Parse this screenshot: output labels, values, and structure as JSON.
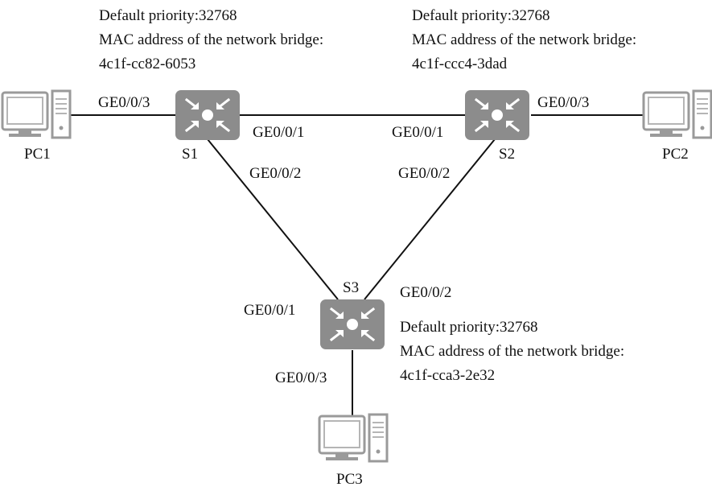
{
  "colors": {
    "switch": "#8c8c8c",
    "pc_outline": "#999999",
    "line": "#111111",
    "text": "#111111"
  },
  "switches": {
    "s1": {
      "name": "S1",
      "info": {
        "priority": "Default priority:32768",
        "mac_label": "MAC address of the network bridge:",
        "mac": "4c1f-cc82-6053"
      }
    },
    "s2": {
      "name": "S2",
      "info": {
        "priority": "Default priority:32768",
        "mac_label": "MAC address of the network bridge:",
        "mac": "4c1f-ccc4-3dad"
      }
    },
    "s3": {
      "name": "S3",
      "info": {
        "priority": "Default priority:32768",
        "mac_label": "MAC address of the network bridge:",
        "mac": "4c1f-cca3-2e32"
      }
    }
  },
  "pcs": {
    "pc1": "PC1",
    "pc2": "PC2",
    "pc3": "PC3"
  },
  "ports": {
    "s1_pc1": "GE0/0/3",
    "s1_s2": "GE0/0/1",
    "s2_s1": "GE0/0/1",
    "s2_pc2": "GE0/0/3",
    "s1_s3": "GE0/0/2",
    "s2_s3": "GE0/0/2",
    "s3_s1": "GE0/0/1",
    "s3_s2": "GE0/0/2",
    "s3_pc3": "GE0/0/3"
  }
}
